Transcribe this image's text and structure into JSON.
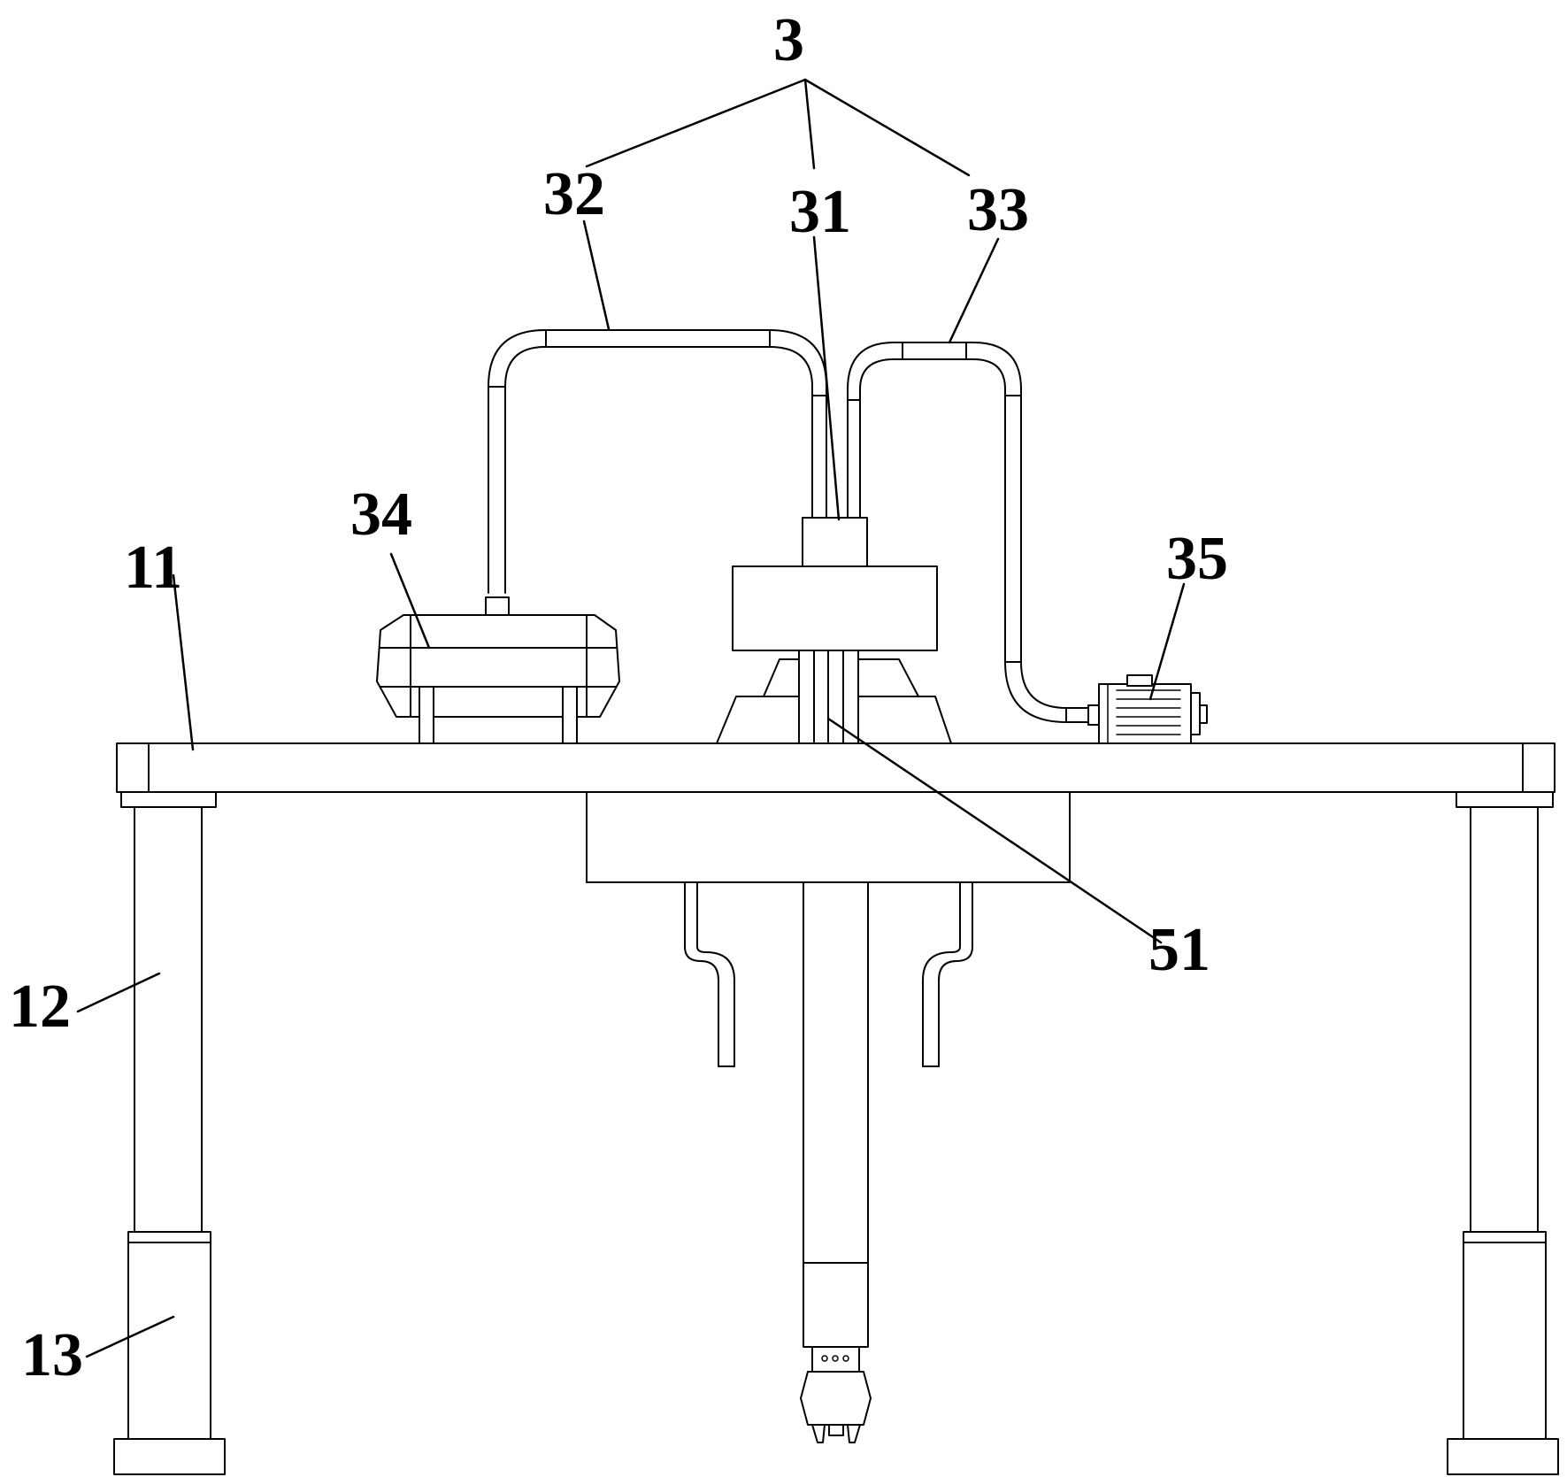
{
  "labels": {
    "l3": "3",
    "l32": "32",
    "l31": "31",
    "l33": "33",
    "l34": "34",
    "l11": "11",
    "l35": "35",
    "l51": "51",
    "l12": "12",
    "l13": "13"
  }
}
